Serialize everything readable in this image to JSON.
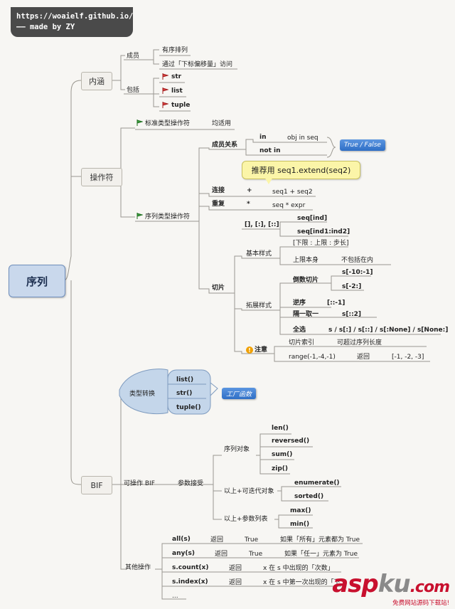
{
  "banner": {
    "line1": "https://woaielf.github.io/",
    "line2": "—— made by ZY"
  },
  "root": "序列",
  "neihan": {
    "label": "内涵",
    "chengyuan": {
      "label": "成员",
      "items": [
        "有序排列",
        "通过「下标偏移量」访问"
      ]
    },
    "baokuo": {
      "label": "包括",
      "items": [
        "str",
        "list",
        "tuple"
      ]
    }
  },
  "caozuofu": {
    "label": "操作符",
    "standard": {
      "label": "标准类型操作符",
      "desc": "均适用"
    },
    "sequence": {
      "label": "序列类型操作符",
      "membership": {
        "label": "成员关系",
        "in": "in",
        "not_in": "not in",
        "expr": "obj in seq",
        "tag": "True / False"
      },
      "callout": "推荐用 seq1.extend(seq2)",
      "concat": {
        "label": "连接",
        "op": "+",
        "expr": "seq1 + seq2"
      },
      "repeat": {
        "label": "重复",
        "op": "*",
        "expr": "seq * expr"
      },
      "slice": {
        "label": "切片",
        "basic": {
          "label": "基本样式",
          "ops": "[], [:], [::]",
          "a": "seq[ind]",
          "b": "seq[ind1:ind2]",
          "format": "[下限 : 上限 : 步长]",
          "upper": "上限本身",
          "upper_desc": "不包括在内"
        },
        "ext": {
          "label": "拓展样式",
          "reverse_slice": "倒数切片",
          "rs1": "s[-10:-1]",
          "rs2": "s[-2:]",
          "reverse": "逆序",
          "rev_expr": "[::-1]",
          "every_other": "隔一取一",
          "eo_expr": "s[::2]",
          "all": "全选",
          "all_expr": "s / s[:] / s[::] / s[:None] / s[None:]"
        },
        "note": {
          "label": "注意",
          "index_label": "切片索引",
          "index_desc": "可超过序列长度",
          "range_expr": "range(-1,-4,-1)",
          "returns": "返回",
          "result": "[-1, -2, -3]"
        }
      }
    }
  },
  "bif": {
    "label": "BIF",
    "convert": {
      "label": "类型转换",
      "items": [
        "list()",
        "str()",
        "tuple()"
      ],
      "tag": "工厂函数"
    },
    "operable": {
      "label": "可操作 BIF",
      "accepts": "参数接受",
      "seq_obj": {
        "label": "序列对象",
        "items": [
          "len()",
          "reversed()",
          "sum()",
          "zip()"
        ]
      },
      "iterable": {
        "label": "以上+可迭代对象",
        "items": [
          "enumerate()",
          "sorted()"
        ]
      },
      "params": {
        "label": "以上+参数列表",
        "items": [
          "max()",
          "min()"
        ]
      }
    },
    "other": {
      "label": "其他操作",
      "rows": [
        {
          "fn": "all(s)",
          "ret": "返回",
          "val": "True",
          "desc": "如果「所有」元素都为 True"
        },
        {
          "fn": "any(s)",
          "ret": "返回",
          "val": "True",
          "desc": "如果「任一」元素为 True"
        },
        {
          "fn": "s.count(x)",
          "ret": "返回",
          "val": "",
          "desc": "x 在 s 中出现的「次数」"
        },
        {
          "fn": "s.index(x)",
          "ret": "返回",
          "val": "",
          "desc": "x 在 s 中第一次出现的「下"
        },
        {
          "fn": "...",
          "ret": "",
          "val": "",
          "desc": ""
        }
      ]
    }
  },
  "watermark": {
    "logo_a": "asp",
    "logo_k": "ku",
    "logo_dot": ".com",
    "sub": "免费网站源码下载站!"
  },
  "colors": {
    "flag_red": "#e04040",
    "flag_green": "#3aa040",
    "tag_blue": "#3a7bd5",
    "root_fill": "#c9d8ec"
  }
}
